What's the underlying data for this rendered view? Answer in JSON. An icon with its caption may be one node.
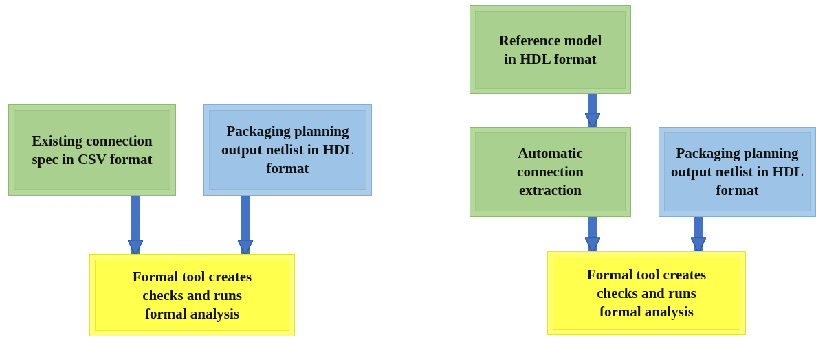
{
  "diagram": {
    "nodes": [
      {
        "text": [
          "Existing connection spec in CSV format"
        ]
      },
      {
        "text": [
          "Packaging planning output netlist in HDL format"
        ]
      },
      {
        "text": [
          "Formal tool creates checks and runs formal analysis"
        ]
      },
      {
        "text": [
          "Reference model in HDL format"
        ]
      },
      {
        "text": [
          "Automatic connection extraction"
        ]
      },
      {
        "text": [
          "Packaging planning output netlist in HDL format"
        ]
      },
      {
        "text": [
          "Formal tool creates checks and runs formal analysis"
        ]
      }
    ],
    "edges": [
      {
        "from": 0,
        "to": 2,
        "arrow": "to"
      },
      {
        "from": 1,
        "to": 2,
        "arrow": "to"
      },
      {
        "from": 3,
        "to": 4,
        "arrow": "to"
      },
      {
        "from": 4,
        "to": 6,
        "arrow": "to"
      },
      {
        "from": 5,
        "to": 6,
        "arrow": "to"
      }
    ]
  }
}
